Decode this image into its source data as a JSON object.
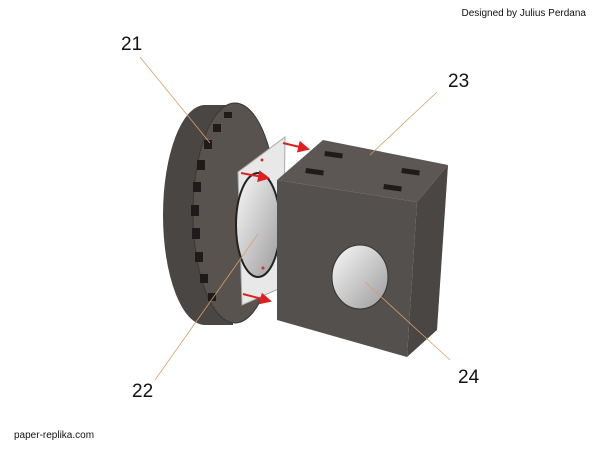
{
  "credit": "Designed by Julius Perdana",
  "site": "paper-replika.com",
  "labels": {
    "l21": "21",
    "l22": "22",
    "l23": "23",
    "l24": "24"
  },
  "colors": {
    "part": "#4e4a47",
    "leader": "#d9a066",
    "arrow": "#e02020",
    "plate": "#e8e8e8"
  }
}
